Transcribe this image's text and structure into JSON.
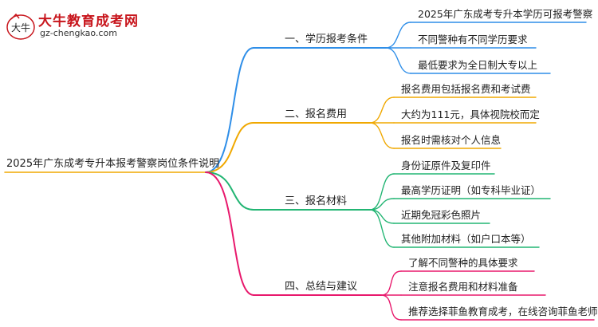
{
  "logo": {
    "title": "大牛教育成考网",
    "url": "gz-chengkao.com",
    "mark_text": "大牛",
    "color": "#c8161d"
  },
  "root": {
    "label": "2025年广东成考专升本报考警察岗位条件说明"
  },
  "branches": [
    {
      "label": "一、学历报考条件",
      "color": "#2e8ee8",
      "leaves": [
        {
          "label": "2025年广东成考专升本学历可报考警察"
        },
        {
          "label": "不同警种有不同学历要求"
        },
        {
          "label": "最低要求为全日制大专以上"
        }
      ]
    },
    {
      "label": "二、报名费用",
      "color": "#f0a800",
      "leaves": [
        {
          "label": "报名费用包括报名费和考试费"
        },
        {
          "label": "大约为111元，具体视院校而定"
        },
        {
          "label": "报名时需核对个人信息"
        }
      ]
    },
    {
      "label": "三、报名材料",
      "color": "#22b573",
      "leaves": [
        {
          "label": "身份证原件及复印件"
        },
        {
          "label": "最高学历证明（如专科毕业证）"
        },
        {
          "label": "近期免冠彩色照片"
        },
        {
          "label": "其他附加材料（如户口本等）"
        }
      ]
    },
    {
      "label": "四、总结与建议",
      "color": "#e8186c",
      "leaves": [
        {
          "label": "了解不同警种的具体要求"
        },
        {
          "label": "注意报名费用和材料准备"
        },
        {
          "label": "推荐选择菲鱼教育成考，在线咨询菲鱼老师"
        }
      ]
    }
  ]
}
